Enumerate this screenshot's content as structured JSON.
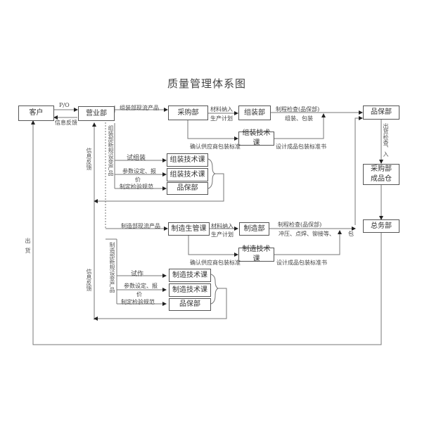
{
  "title": "质量管理体系图",
  "nodes": {
    "customer": "客户",
    "sales": "营业部",
    "purchasing": "采购部",
    "assembly": "组装部",
    "assembly_tech": "组装技术课",
    "qa_top": "品保部",
    "purchase_warehouse": "采购部\n成品仓",
    "general_affairs": "总务部",
    "asm_tech_1": "组装技术课",
    "asm_tech_2": "组装技术课",
    "asm_qa": "品保部",
    "mfg_control": "制造生管课",
    "manufacturing": "制造部",
    "mfg_tech": "制造技术课",
    "mfg_tech_1": "制造技术课",
    "mfg_tech_2": "制造技术课",
    "mfg_qa": "品保部"
  },
  "labels": {
    "po": "P/O",
    "info_feedback_top": "信息反馈",
    "asm_current_product": "组装部现流产品",
    "material_in": "材料纳入",
    "production_plan": "生产计划",
    "process_check_asm": "制程检查(品保部)",
    "asm_pack": "组装、包装",
    "confirm_supplier_pack_asm": "确认供应商包装标准",
    "design_pack_std_asm": "设计成品包装标准书",
    "shipment_check": "出货检查、入",
    "asm_new_product": "组装部新规设变产品",
    "trial_assembly": "试组装",
    "param_quote_1": "参数设定、报",
    "param_quote_2": "价",
    "inspection_spec_asm": "制定检验规范",
    "info_feedback_mid": "信息反馈",
    "mfg_current_product": "制造部现流产品",
    "material_in_mfg": "材料纳入",
    "production_plan_mfg": "生产计划",
    "process_check_mfg": "制程检查(品保部)",
    "mfg_ops": "冲压、点焊、铆接等、",
    "mfg_pack": "包",
    "confirm_supplier_pack_mfg": "确认供应商包装标准",
    "design_pack_std_mfg": "设计成品包装标准书",
    "mfg_new_product": "制造部新规设变产品",
    "trial_production": "试作",
    "param_quote_mfg_1": "参数设定、报",
    "param_quote_mfg_2": "价",
    "inspection_spec_mfg": "制定检验规范",
    "info_feedback_low": "信息反馈",
    "delivery": "出货"
  }
}
